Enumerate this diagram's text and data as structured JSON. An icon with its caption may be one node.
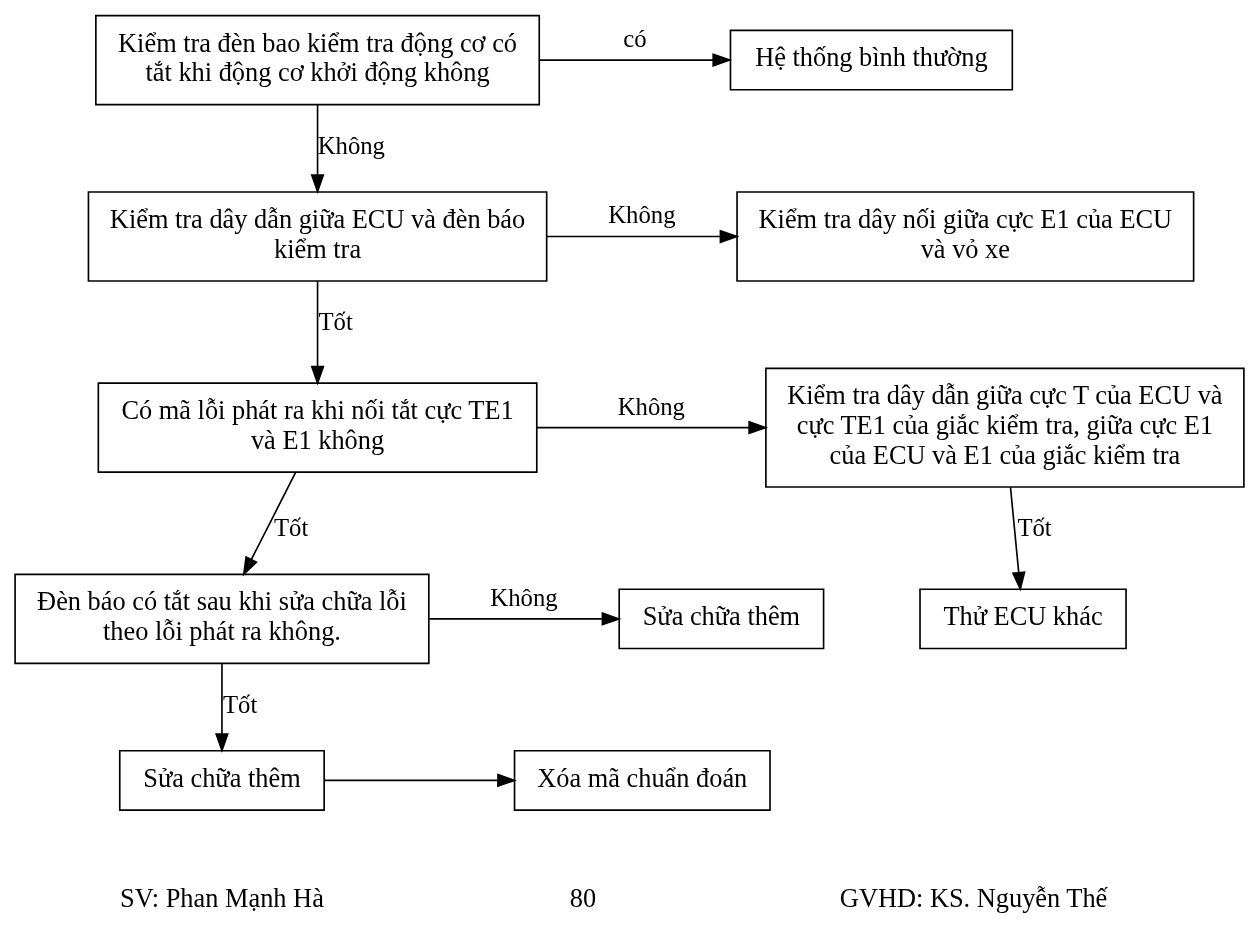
{
  "diagram": {
    "nodes": [
      {
        "text": [
          "Kiểm tra đèn bao kiểm tra động cơ có tắt khi động cơ khởi động không"
        ]
      },
      {
        "text": [
          "Hệ thống bình thường"
        ]
      },
      {
        "text": [
          "Kiểm tra dây dẫn giữa ECU và đèn báo kiểm tra"
        ]
      },
      {
        "text": [
          "Kiểm tra dây nối giữa cực E1 của ECU và vỏ xe"
        ]
      },
      {
        "text": [
          "Có mã lỗi phát ra khi nối tắt cực TE1 và E1 không"
        ]
      },
      {
        "text": [
          "Kiểm tra dây dẫn giữa cực T của ECU và cực TE1 của giắc kiểm tra, giữa cực E1 của ECU và E1 của giắc kiểm tra"
        ]
      },
      {
        "text": [
          "Thử ECU khác"
        ]
      },
      {
        "text": [
          "Đèn báo có tắt sau khi sửa chữa lỗi theo lỗi phát ra không."
        ]
      },
      {
        "text": [
          "Sửa chữa thêm"
        ]
      },
      {
        "text": [
          "Sửa chữa thêm"
        ]
      },
      {
        "text": [
          "Xóa mã chuẩn đoán"
        ]
      }
    ],
    "edges": [
      {
        "from": 0,
        "to": 1,
        "arrow": "to",
        "label": "có"
      },
      {
        "from": 0,
        "to": 2,
        "arrow": "to",
        "label": "Không"
      },
      {
        "from": 2,
        "to": 3,
        "arrow": "to",
        "label": "Không"
      },
      {
        "from": 2,
        "to": 4,
        "arrow": "to",
        "label": "Tốt"
      },
      {
        "from": 4,
        "to": 5,
        "arrow": "to",
        "label": "Không"
      },
      {
        "from": 5,
        "to": 6,
        "arrow": "to",
        "label": "Tốt"
      },
      {
        "from": 4,
        "to": 7,
        "arrow": "to",
        "label": "Tốt"
      },
      {
        "from": 7,
        "to": 8,
        "arrow": "to",
        "label": "Không"
      },
      {
        "from": 7,
        "to": 9,
        "arrow": "to",
        "label": "Tốt"
      },
      {
        "from": 9,
        "to": 10,
        "arrow": "to"
      }
    ],
    "labels": [
      "SV: Phan Mạnh Hà",
      "80",
      "GVHD: KS. Nguyễn Thế"
    ]
  }
}
